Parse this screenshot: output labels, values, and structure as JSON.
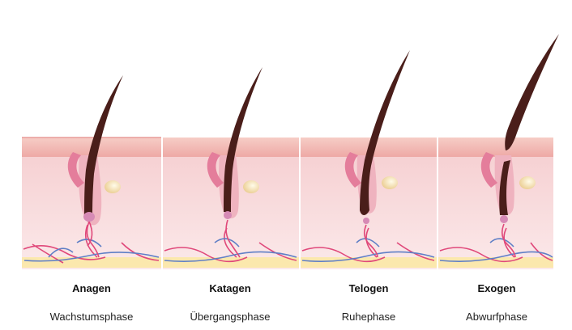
{
  "colors": {
    "skin_surface": "#f3c2bc",
    "skin_inner": "#f6d3d4",
    "dermis": "#f9e5e6",
    "fat_layer": "#fbe7a6",
    "hair": "#4a1e1a",
    "bulb": "#d68ab5",
    "artery": "#e0487a",
    "vein": "#5f7fc6",
    "gland": "#f3d9a2"
  },
  "phases": [
    {
      "title": "Anagen",
      "subtitle": "Wachstumsphase"
    },
    {
      "title": "Katagen",
      "subtitle": "Übergangsphase"
    },
    {
      "title": "Telogen",
      "subtitle": "Ruhephase"
    },
    {
      "title": "Exogen",
      "subtitle": "Abwurfphase"
    }
  ]
}
